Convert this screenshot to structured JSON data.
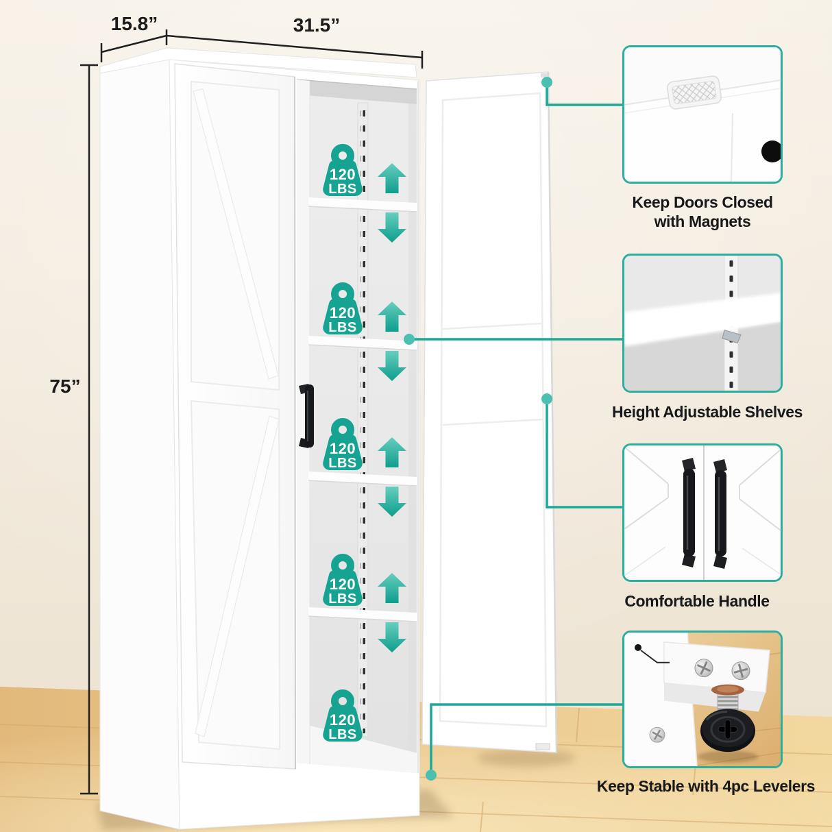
{
  "product": {
    "dimensions": {
      "height": "75”",
      "width": "31.5”",
      "depth": "15.8”"
    },
    "capacity": {
      "value": "120",
      "unit": "LBS",
      "badge_count": 5
    },
    "callouts": [
      {
        "id": "magnets",
        "caption": "Keep Doors Closed\nwith Magnets"
      },
      {
        "id": "shelves",
        "caption": "Height Adjustable Shelves"
      },
      {
        "id": "handle",
        "caption": "Comfortable Handle"
      },
      {
        "id": "levelers",
        "caption": "Keep Stable with 4pc Levelers"
      }
    ],
    "colors": {
      "accent": "#1BA997",
      "box_border": "#2BAEA0",
      "badge": "#16A392",
      "arrow_light": "#66CEBE",
      "arrow_dark": "#0E9D8C",
      "text": "#17181A",
      "wall": "#F3ECDF",
      "floor_wood": "#E8C386"
    },
    "icons": {
      "badge": "kettlebell-weight-icon",
      "up": "arrow-up-icon",
      "down": "arrow-down-icon",
      "dot": "connector-dot"
    }
  }
}
